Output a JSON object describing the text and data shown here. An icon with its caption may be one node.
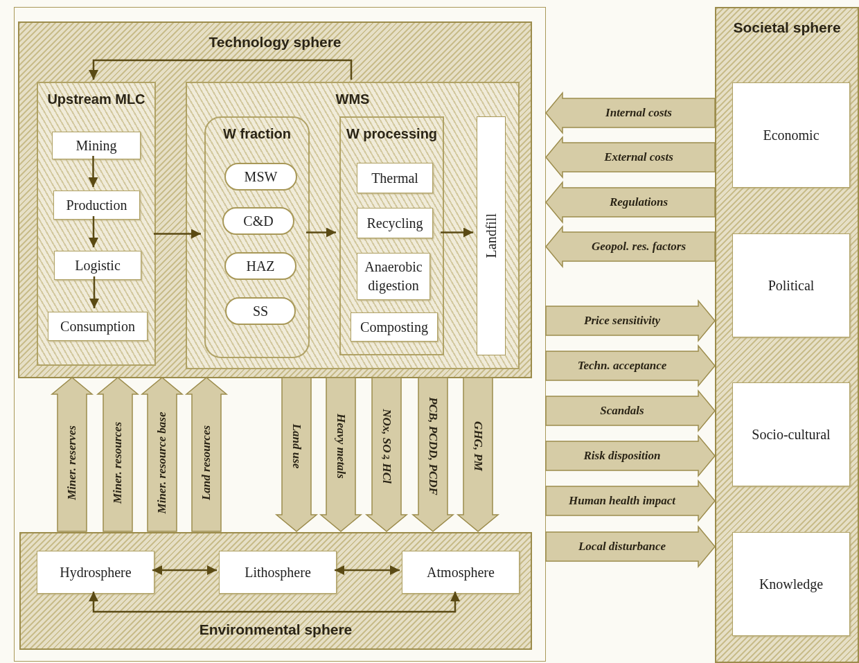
{
  "diagram": {
    "nodes": [
      {
        "text": [],
        "shape": "box"
      },
      {
        "text": [
          "Technology sphere"
        ],
        "in": 0
      },
      {
        "text": [
          "Upstream MLC"
        ],
        "in": 1
      },
      {
        "text": [
          "Mining"
        ],
        "in": 2
      },
      {
        "text": [
          "Production"
        ],
        "in": 2
      },
      {
        "text": [
          "Logistic"
        ],
        "in": 2
      },
      {
        "text": [
          "Consumption"
        ],
        "in": 2
      },
      {
        "text": [
          "WMS"
        ],
        "in": 1
      },
      {
        "text": [
          "W fraction"
        ],
        "in": 7
      },
      {
        "text": [
          "MSW"
        ],
        "in": 8
      },
      {
        "text": [
          "C&D"
        ],
        "in": 8
      },
      {
        "text": [
          "HAZ"
        ],
        "in": 8
      },
      {
        "text": [
          "SS"
        ],
        "in": 8
      },
      {
        "text": [
          "W processing"
        ],
        "in": 7
      },
      {
        "text": [
          "Thermal"
        ],
        "in": 13
      },
      {
        "text": [
          "Recycling"
        ],
        "in": 13
      },
      {
        "text": [
          "Anaerobic digestion"
        ],
        "in": 13
      },
      {
        "text": [
          "Composting"
        ],
        "in": 13
      },
      {
        "text": [
          "Landfill"
        ],
        "in": 7
      },
      {
        "text": [
          "Environmental sphere"
        ],
        "in": 0
      },
      {
        "text": [
          "Hydrosphere"
        ],
        "in": 19
      },
      {
        "text": [
          "Lithosphere"
        ],
        "in": 19
      },
      {
        "text": [
          "Atmosphere"
        ],
        "in": 19
      },
      {
        "text": [
          "Societal sphere"
        ]
      },
      {
        "text": [
          "Economic"
        ],
        "in": 23
      },
      {
        "text": [
          "Political"
        ],
        "in": 23
      },
      {
        "text": [
          "Socio-cultural"
        ],
        "in": 23
      },
      {
        "text": [
          "Knowledge"
        ],
        "in": 23
      }
    ],
    "edges": [
      {
        "from": 7,
        "to": 2,
        "arrow": "to",
        "color": "#5a4a14"
      },
      {
        "from": 3,
        "to": 4,
        "arrow": "to",
        "color": "#5a4a14"
      },
      {
        "from": 4,
        "to": 5,
        "arrow": "to",
        "color": "#5a4a14"
      },
      {
        "from": 5,
        "to": 6,
        "arrow": "to",
        "color": "#5a4a14"
      },
      {
        "from": 2,
        "to": 8,
        "arrow": "to",
        "color": "#5a4a14"
      },
      {
        "from": 8,
        "to": 13,
        "arrow": "to",
        "color": "#5a4a14"
      },
      {
        "from": 13,
        "to": 18,
        "arrow": "to",
        "color": "#5a4a14"
      },
      {
        "from": 20,
        "to": 21,
        "arrow": "both",
        "color": "#5a4a14"
      },
      {
        "from": 21,
        "to": 22,
        "arrow": "both",
        "color": "#5a4a14"
      },
      {
        "from": 20,
        "to": 22,
        "arrow": "both",
        "color": "#5a4a14"
      },
      {
        "from": 23,
        "to": 0,
        "arrow": "to",
        "label": "Internal costs",
        "style": "thick"
      },
      {
        "from": 23,
        "to": 0,
        "arrow": "to",
        "label": "External costs",
        "style": "thick"
      },
      {
        "from": 23,
        "to": 0,
        "arrow": "to",
        "label": "Regulations",
        "style": "thick"
      },
      {
        "from": 23,
        "to": 0,
        "arrow": "to",
        "label": "Geopol. res. factors",
        "style": "thick"
      },
      {
        "from": 0,
        "to": 23,
        "arrow": "to",
        "label": "Price sensitivity",
        "style": "thick"
      },
      {
        "from": 0,
        "to": 23,
        "arrow": "to",
        "label": "Techn. acceptance",
        "style": "thick"
      },
      {
        "from": 0,
        "to": 23,
        "arrow": "to",
        "label": "Scandals",
        "style": "thick"
      },
      {
        "from": 0,
        "to": 23,
        "arrow": "to",
        "label": "Risk disposition",
        "style": "thick"
      },
      {
        "from": 0,
        "to": 23,
        "arrow": "to",
        "label": "Human health impact",
        "style": "thick"
      },
      {
        "from": 0,
        "to": 23,
        "arrow": "to",
        "label": "Local disturbance",
        "style": "thick"
      },
      {
        "from": 19,
        "to": 1,
        "arrow": "to",
        "label": "Miner. reserves",
        "style": "thick"
      },
      {
        "from": 19,
        "to": 1,
        "arrow": "to",
        "label": "Miner. resources",
        "style": "thick"
      },
      {
        "from": 19,
        "to": 1,
        "arrow": "to",
        "label": "Miner. resource base",
        "style": "thick"
      },
      {
        "from": 19,
        "to": 1,
        "arrow": "to",
        "label": "Land resources",
        "style": "thick"
      },
      {
        "from": 1,
        "to": 19,
        "arrow": "to",
        "label": "Land use",
        "style": "thick"
      },
      {
        "from": 1,
        "to": 19,
        "arrow": "to",
        "label": "Heavy metals",
        "style": "thick"
      },
      {
        "from": 1,
        "to": 19,
        "arrow": "to",
        "label": "NOx, SO$_{2}$, HCl",
        "style": "thick"
      },
      {
        "from": 1,
        "to": 19,
        "arrow": "to",
        "label": "PCB, PCDD, PCDF",
        "style": "thick"
      },
      {
        "from": 1,
        "to": 19,
        "arrow": "to",
        "label": "GHG, PM",
        "style": "thick"
      }
    ]
  }
}
